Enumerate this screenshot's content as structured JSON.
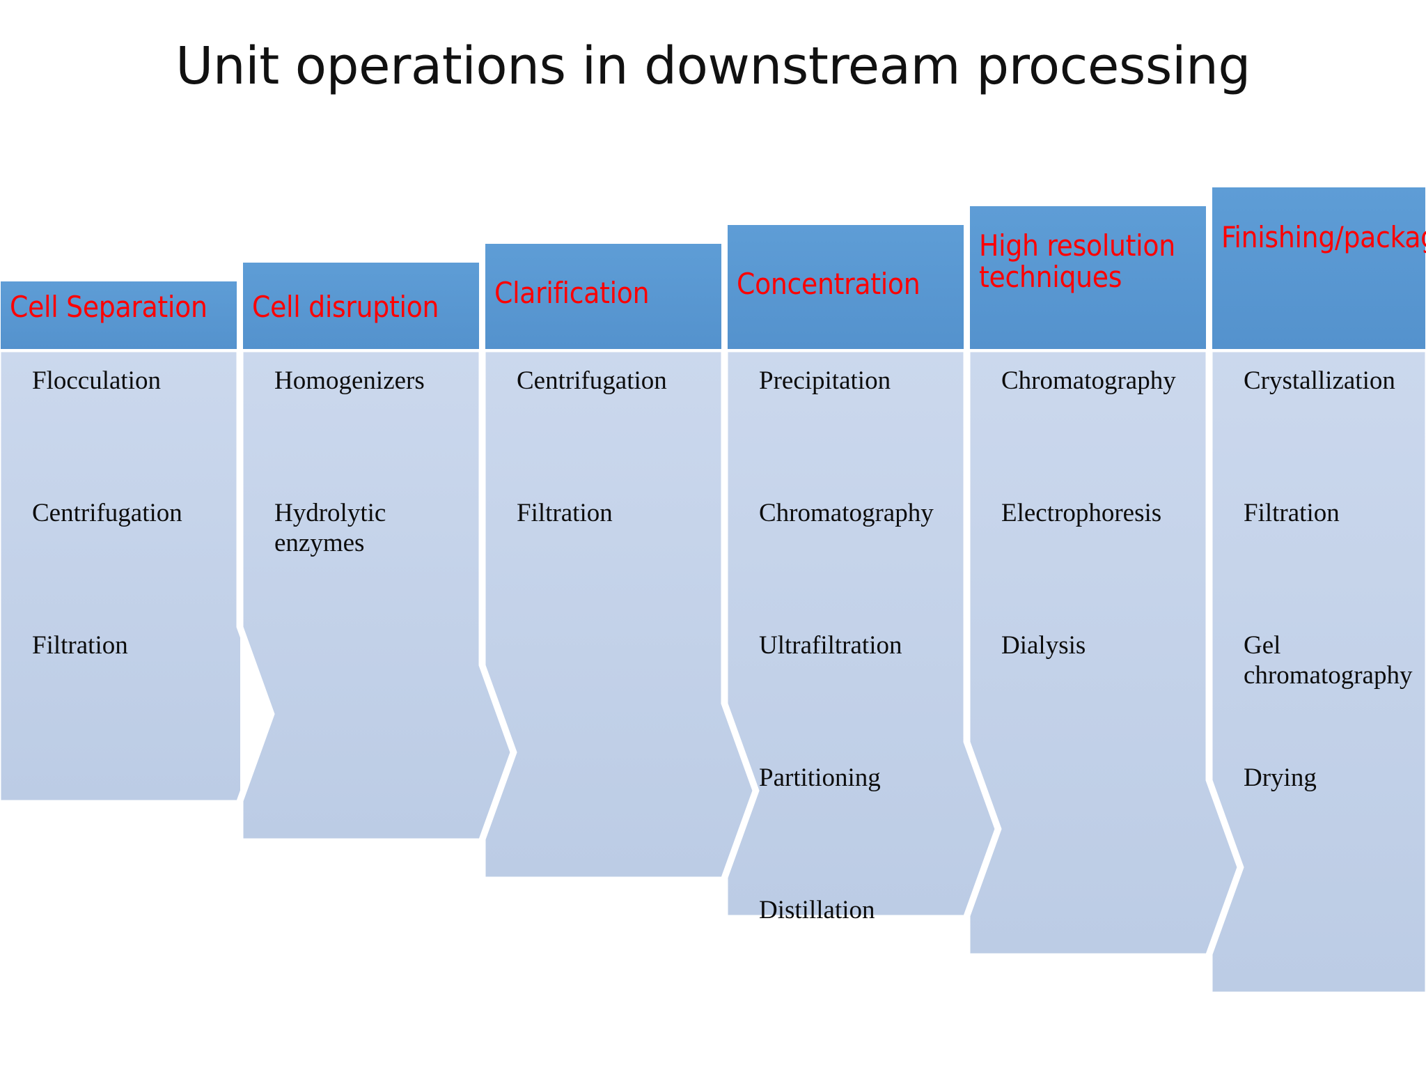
{
  "title": "Unit operations in downstream processing",
  "colors": {
    "header_fill": "#5B9BD5",
    "header_fill_edge": "#4E8CC4",
    "body_fill_top": "#C9D7EC",
    "body_fill_bottom": "#BDCDE6",
    "header_text": "#FF0000",
    "body_text": "#0C0C0C",
    "outline": "#FFFFFF",
    "background": "#FFFFFF",
    "title_text": "#111111"
  },
  "diagram": {
    "type": "staircase-chevron-process",
    "column_count": 6,
    "columns": [
      {
        "id": "cell-separation",
        "header": "Cell Separation",
        "items": [
          "Flocculation",
          "Centrifugation",
          "Filtration"
        ]
      },
      {
        "id": "cell-disruption",
        "header": "Cell disruption",
        "items": [
          "Homogenizers",
          "Hydrolytic enzymes"
        ]
      },
      {
        "id": "clarification",
        "header": "Clarification",
        "items": [
          "Centrifugation",
          "Filtration"
        ]
      },
      {
        "id": "concentration",
        "header": "Concentration",
        "items": [
          "Precipitation",
          "Chromatography",
          "Ultrafiltration",
          "Partitioning",
          "Distillation"
        ]
      },
      {
        "id": "high-resolution-techniques",
        "header": "High resolution techniques",
        "items": [
          "Chromatography",
          "Electrophoresis",
          "Dialysis"
        ]
      },
      {
        "id": "finishing-packaging",
        "header": "Finishing/packaging",
        "items": [
          "Crystallization",
          "Filtration",
          "Gel chromatography",
          "Drying"
        ]
      }
    ]
  }
}
